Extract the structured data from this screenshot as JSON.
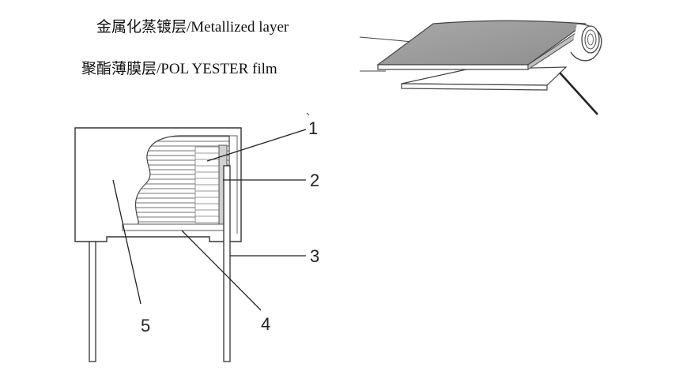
{
  "labels": {
    "metallized_layer": "金属化蒸镀层/Metallized layer",
    "polyester_film": "聚酯薄膜层/POL YESTER film"
  },
  "callouts": [
    "1",
    "2",
    "3",
    "4",
    "5"
  ],
  "colors": {
    "film_fill": "#9b9b9b",
    "body_outline": "#333333",
    "background": "#ffffff"
  }
}
